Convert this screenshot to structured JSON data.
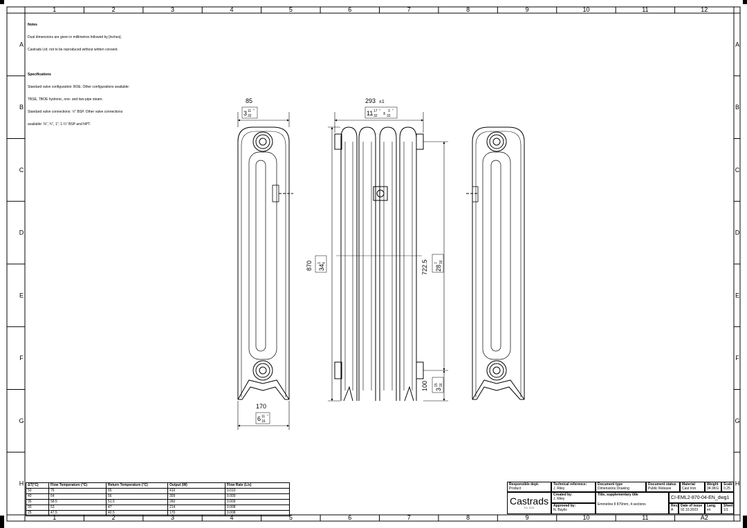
{
  "frame": {
    "col_labels": [
      "1",
      "2",
      "3",
      "4",
      "5",
      "6",
      "7",
      "8",
      "9",
      "10",
      "11",
      "12"
    ],
    "row_labels": [
      "A",
      "B",
      "C",
      "D",
      "E",
      "F",
      "G",
      "H"
    ],
    "sheet_size": "A2"
  },
  "notes": {
    "heading": "Notes",
    "lines": [
      "Dual dimensions are given in millimetres followed by [inches].",
      "Castrads Ltd. not to be reproduced without written consent."
    ],
    "spec_heading": "Specifications",
    "spec_lines": [
      "Standard valve configuration: BOE. Other configurations available:",
      "TBSE, TBOE hydronic, one- and two-pipe steam.",
      "Standard valve connections: ½\" BSP. Other valve connections",
      "available: ⅜\", ¾\", 1\", 1-¼\" BSP and NPT."
    ]
  },
  "dimensions": {
    "depth_mm": "85",
    "depth_in_whole": "3",
    "depth_in_num": "11",
    "depth_in_den": "32",
    "width_mm": "293",
    "width_tol": "±1",
    "width_in_whole": "11",
    "width_in_num": "17",
    "width_in_den": "32",
    "width_tol_in_num": "3",
    "width_tol_in_den": "32",
    "height_mm": "870",
    "height_in_whole": "34",
    "height_in_num": "1",
    "height_in_den": "4",
    "centres_mm": "722.5",
    "centres_in_whole": "28",
    "centres_in_num": "7",
    "centres_in_den": "16",
    "bottom_mm": "100",
    "bottom_in_whole": "3",
    "bottom_in_num": "15",
    "bottom_in_den": "16",
    "foot_mm": "170",
    "foot_in_whole": "6",
    "foot_in_num": "11",
    "foot_in_den": "16"
  },
  "temp_table": {
    "headers": [
      "ΔT(°C)",
      "Flow Temperature (°C)",
      "Return Temperature (°C)",
      "Output (W)",
      "Flow Rate (L/s)"
    ],
    "rows": [
      [
        "50",
        "75",
        "65",
        "410",
        "0.010"
      ],
      [
        "40",
        "64",
        "56",
        "309",
        "0.009"
      ],
      [
        "35",
        "58.5",
        "51.5",
        "260",
        "0.009"
      ],
      [
        "30",
        "53",
        "47",
        "214",
        "0.008"
      ],
      [
        "25",
        "47.5",
        "42.5",
        "170",
        "0.008"
      ]
    ]
  },
  "title_block": {
    "resp_dept_label": "Responsible dept.",
    "resp_dept": "Product",
    "tech_ref_label": "Technical reference:",
    "tech_ref": "J. Riley",
    "doc_type_label": "Document type",
    "doc_type": "Dimensions Drawing",
    "doc_status_label": "Document status",
    "doc_status": "Public Release",
    "material_label": "Material",
    "material": "Cast Iron",
    "weight_label": "Weight",
    "weight": "34.9KG",
    "scale_label": "Scale",
    "scale": "0.25",
    "logo": "Castrads",
    "logo_est": "Est. 2006",
    "created_label": "Created by:",
    "created": "J. Riley",
    "approved_label": "Approved by:",
    "approved": "N. Baylis",
    "title_label": "Title, supplementary title",
    "title": "Emmeline II 870mm, 4 sections",
    "drawing_no": "CI-EML2-870-04-EN_dwg1",
    "rev_label": "Rev.",
    "rev": "A",
    "date_label": "Date of issue",
    "date": "02.10.2023",
    "lang_label": "Lang.",
    "lang": "en",
    "sheet_label": "Sheet",
    "sheet": "1/1"
  }
}
